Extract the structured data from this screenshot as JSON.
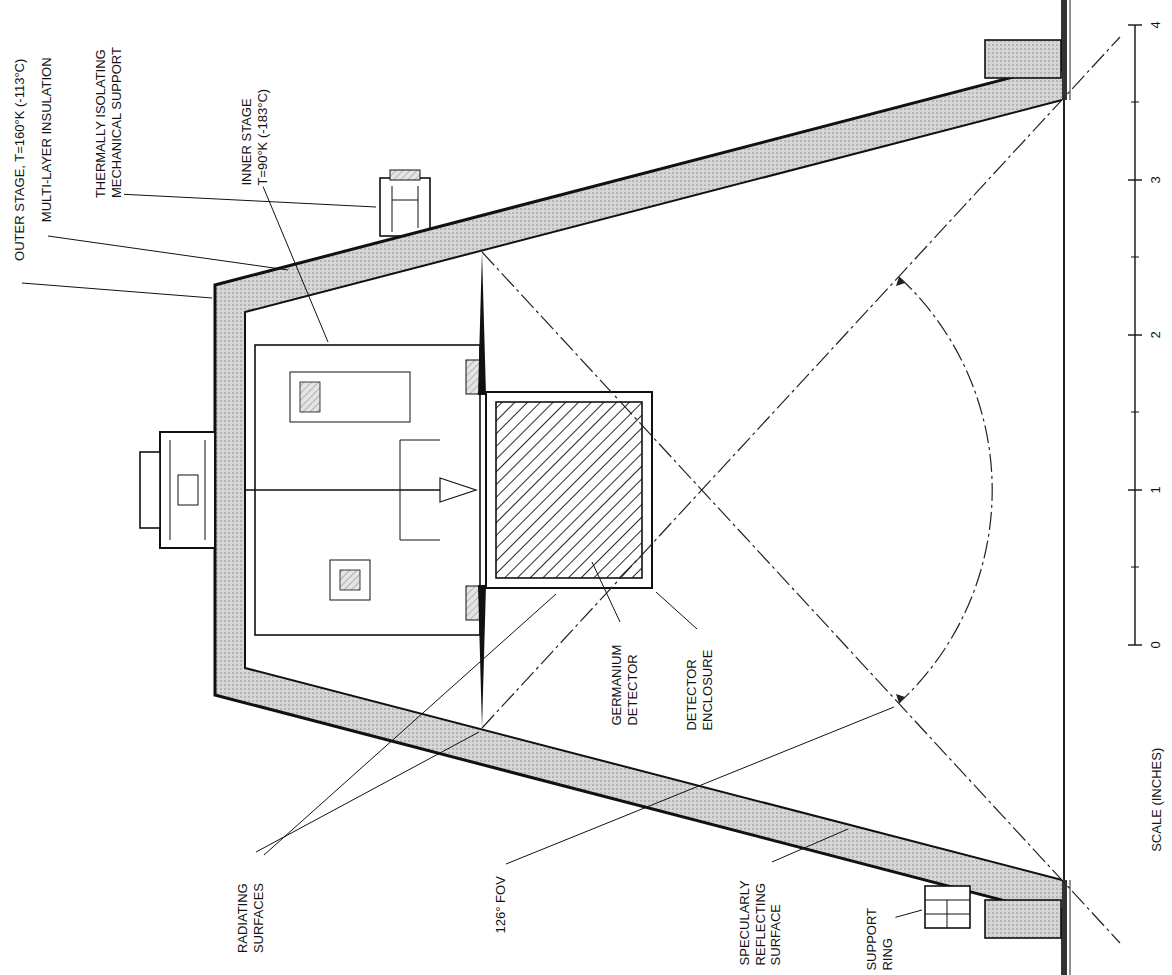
{
  "diagram": {
    "labels": [
      "OUTER STAGE, T=160°K (-113°C)",
      "MULTI-LAYER INSULATION",
      "THERMALLY ISOLATING MECHANICAL SUPPORT",
      "INNER STAGE T=90°K (-183°C)",
      "GERMANIUM DETECTOR",
      "DETECTOR ENCLOSURE",
      "SUPPORT RING",
      "RADIATING SURFACES",
      "126° FOV",
      "SPECULARLY REFLECTING SURFACE",
      "4",
      "3",
      "2",
      "1",
      "0",
      "SCALE (INCHES)"
    ]
  }
}
